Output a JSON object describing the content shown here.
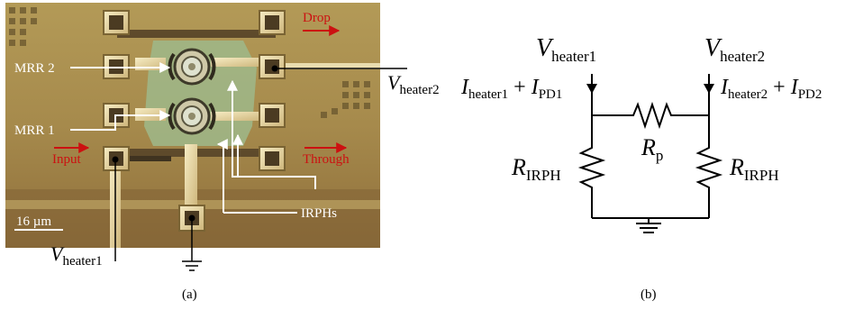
{
  "panel_a": {
    "caption": "(a)",
    "labels": {
      "drop": "Drop",
      "mrr2": "MRR 2",
      "mrr1": "MRR 1",
      "input": "Input",
      "through": "Through",
      "irphs": "IRPHs",
      "scalebar": "16 µm"
    },
    "v_heater2": {
      "base": "V",
      "sub": "heater2"
    },
    "v_heater1": {
      "base": "V",
      "sub": "heater1"
    },
    "colors": {
      "port_red": "#cc1111",
      "label_white": "#ffffff"
    }
  },
  "panel_b": {
    "caption": "(b)",
    "v_heater1": {
      "base": "V",
      "sub": "heater1"
    },
    "v_heater2": {
      "base": "V",
      "sub": "heater2"
    },
    "i_left": {
      "a": "I",
      "a_sub": "heater1",
      "op": " + ",
      "b": "I",
      "b_sub": "PD1"
    },
    "i_right": {
      "a": "I",
      "a_sub": "heater2",
      "op": " + ",
      "b": "I",
      "b_sub": "PD2"
    },
    "r_p": {
      "base": "R",
      "sub": "p"
    },
    "r_left": {
      "base": "R",
      "sub": "IRPH"
    },
    "r_right": {
      "base": "R",
      "sub": "IRPH"
    }
  }
}
